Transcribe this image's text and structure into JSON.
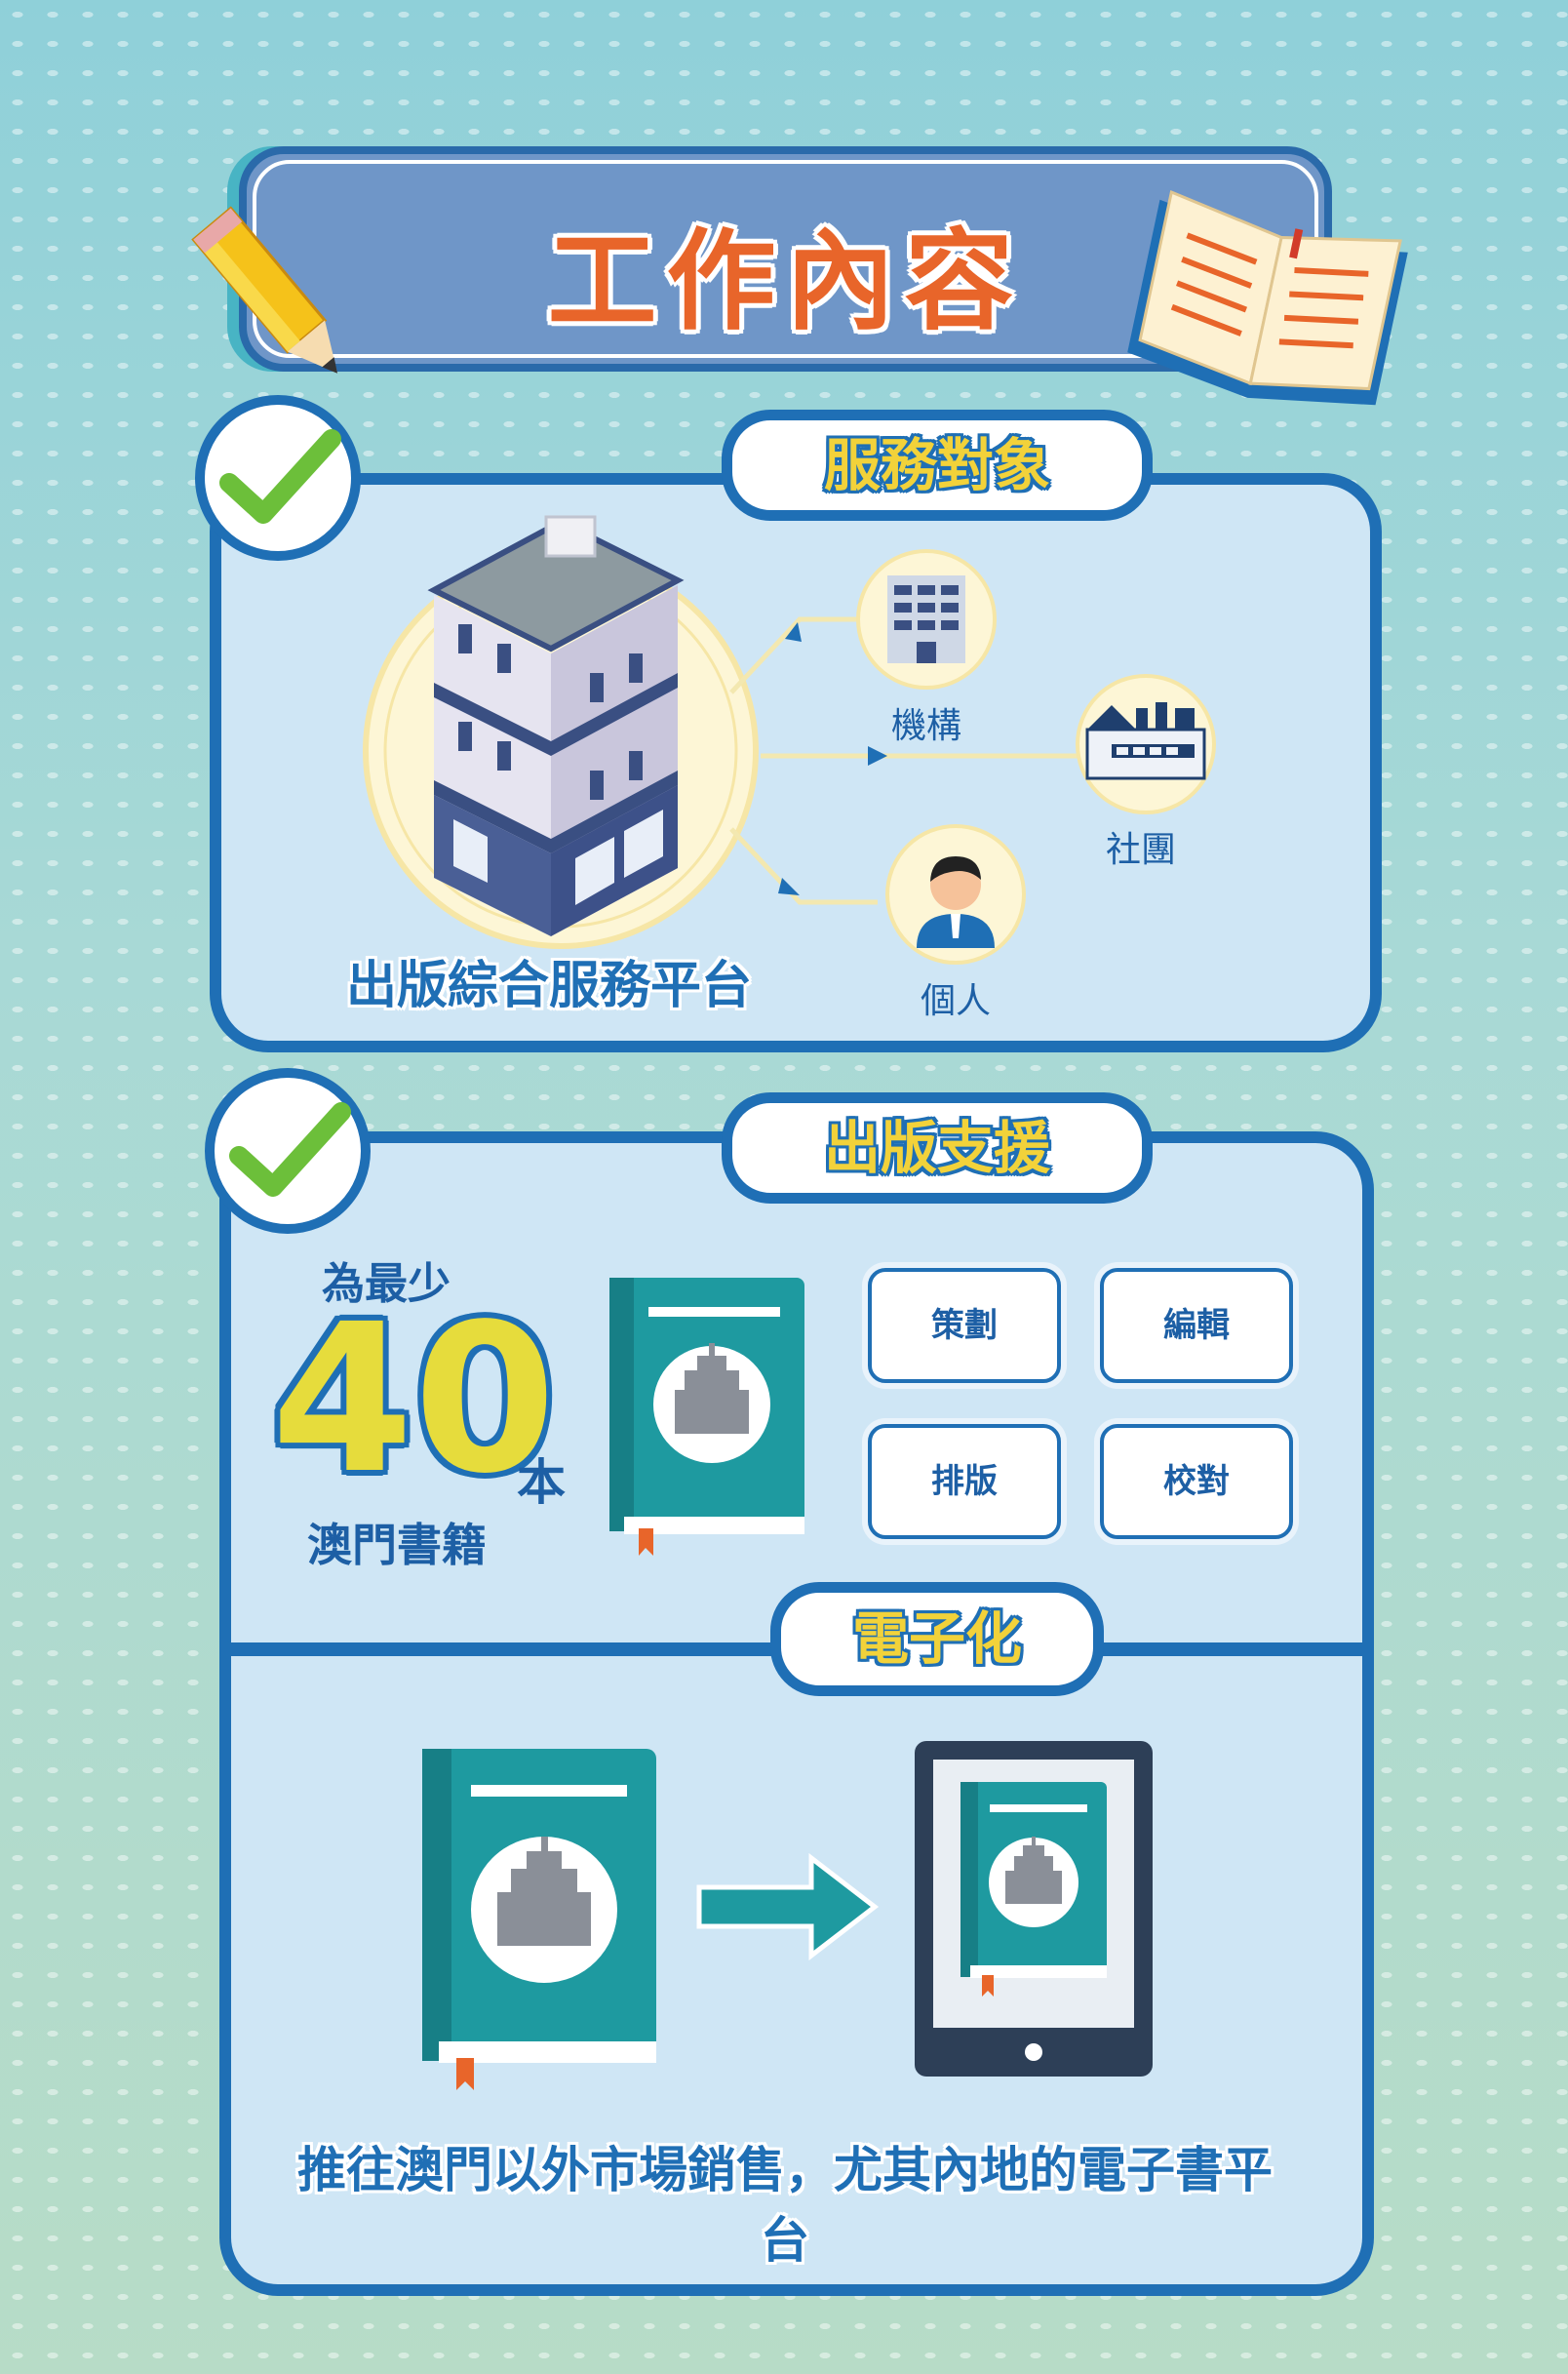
{
  "title": "工作內容",
  "service": {
    "label": "服務對象",
    "platform": "出版綜合服務平台",
    "targets": [
      "機構",
      "社團",
      "個人"
    ]
  },
  "publishing": {
    "label": "出版支援",
    "prefix": "為最少",
    "count": "40",
    "unit": "本",
    "suffix": "澳門書籍",
    "tasks": [
      "策劃",
      "編輯",
      "排版",
      "校對"
    ]
  },
  "digital": {
    "label": "電子化",
    "caption": "推往澳門以外市場銷售，尤其內地的電子書平台"
  },
  "colors": {
    "primary": "#1f6fb5",
    "accent_orange": "#e8652a",
    "accent_yellow": "#f2d23a",
    "book_teal": "#1e9aa0",
    "check_green": "#6cbf3a"
  }
}
